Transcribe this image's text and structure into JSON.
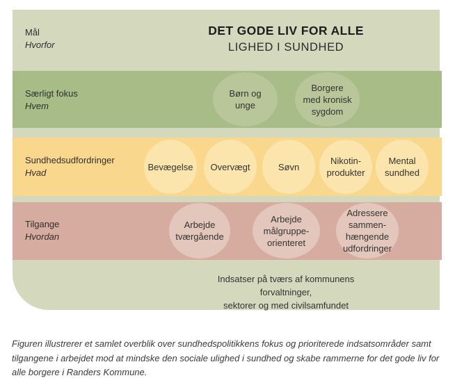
{
  "figure": {
    "title_line1": "DET GODE LIV FOR ALLE",
    "title_line2": "LIGHED I SUNDHED",
    "rows": [
      {
        "label": "Mål",
        "sublabel": "Hvorfor"
      },
      {
        "label": "Særligt fokus",
        "sublabel": "Hvem",
        "items": [
          "Børn og\nunge",
          "Borgere\nmed kronisk\nsygdom"
        ]
      },
      {
        "label": "Sundhedsudfordringer",
        "sublabel": "Hvad",
        "items": [
          "Bevægelse",
          "Overvægt",
          "Søvn",
          "Nikotin-\nprodukter",
          "Mental\nsundhed"
        ]
      },
      {
        "label": "Tilgange",
        "sublabel": "Hvordan",
        "items": [
          "Arbejde\ntværgående",
          "Arbejde\nmålgruppe-\norienteret",
          "Adressere\nsammen-\nhængende\nudfordringer"
        ]
      }
    ],
    "footer": "Indsatser på tværs af kommunens forvaltninger,\nsektorer og med civilsamfundet",
    "colors": {
      "panel": "#d4d9bd",
      "band_focus": "#a8bc88",
      "band_challenges": "#f9d78d",
      "band_approaches": "#d6aba0",
      "bubble_focus": "#b8c69a",
      "bubble_challenges": "#fce4ad",
      "bubble_approaches": "#e3c7bc"
    }
  },
  "caption": "Figuren illustrerer et samlet overblik over sundhedspolitikkens fokus og prioriterede indsatsområder samt tilgangene i arbejdet mod at mindske den sociale ulighed i sundhed og skabe rammerne for det gode liv for alle borgere i Randers Kommune."
}
